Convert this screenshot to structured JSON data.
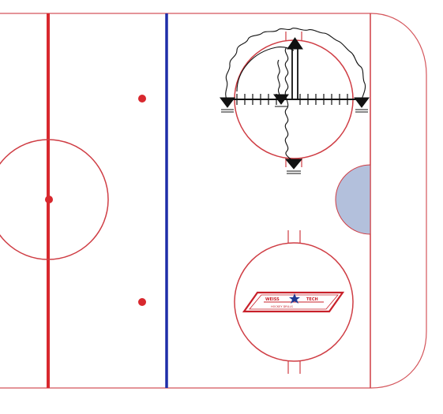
{
  "diagram": {
    "type": "hockey-drill",
    "zone": "offensive half-rink",
    "colors": {
      "ice": "#ffffff",
      "board": "#d4555b",
      "red_line": "#d8282e",
      "blue_line": "#1f2ea8",
      "circle": "#cf3d44",
      "crease": "#b3c0dc",
      "drill": "#111111",
      "logo_frame": "#c8202a",
      "logo_star": "#1f3a93"
    },
    "logo": {
      "words": [
        "WEISS",
        "TECH"
      ],
      "tagline": "HOCKEY DRILLS"
    },
    "drill": {
      "cones": [
        "cone-left",
        "cone-center",
        "cone-right",
        "cone-top",
        "cone-bottom"
      ],
      "markers": [
        "skater-path-curly",
        "pass-line-horizontal",
        "pass-line-vertical"
      ]
    }
  }
}
